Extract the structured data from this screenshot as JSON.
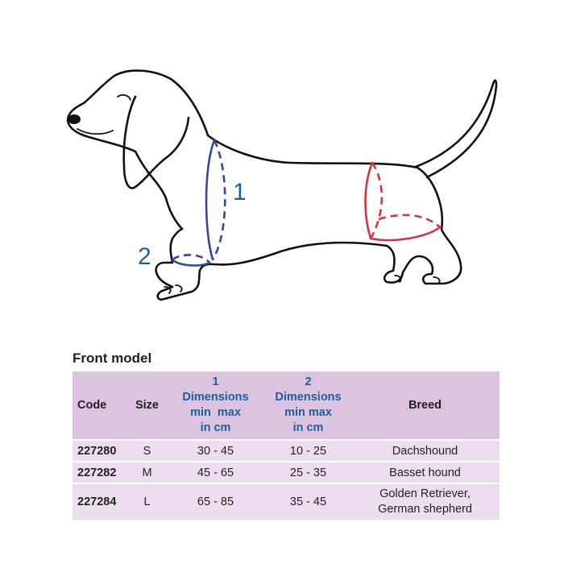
{
  "illustration": {
    "subject": "Dachshund",
    "measure_labels": {
      "chest": "1",
      "leg": "2"
    },
    "colors": {
      "front_measure": "#33489a",
      "rear_measure": "#d1363d",
      "label": "#1f5f9e"
    }
  },
  "table": {
    "title": "Front model",
    "colors": {
      "header_bg": "#dcc3df",
      "row_bg": "#ecdeee"
    },
    "headers": {
      "code": "Code",
      "size": "Size",
      "dim1_num": "1",
      "dim1_l1": "Dimensions",
      "dim1_l2": "min  max",
      "dim1_l3": "in cm",
      "dim2_num": "2",
      "dim2_l1": "Dimensions",
      "dim2_l2": "min max",
      "dim2_l3": "in cm",
      "breed": "Breed"
    },
    "rows": [
      {
        "code": "227280",
        "size": "S",
        "dim1": "30 - 45",
        "dim2": "10 - 25",
        "breed_l1": "Dachshound",
        "breed_l2": ""
      },
      {
        "code": "227282",
        "size": "M",
        "dim1": "45 - 65",
        "dim2": "25 - 35",
        "breed_l1": "Basset hound",
        "breed_l2": ""
      },
      {
        "code": "227284",
        "size": "L",
        "dim1": "65 - 85",
        "dim2": "35 - 45",
        "breed_l1": "Golden Retriever,",
        "breed_l2": "German shepherd"
      }
    ]
  }
}
